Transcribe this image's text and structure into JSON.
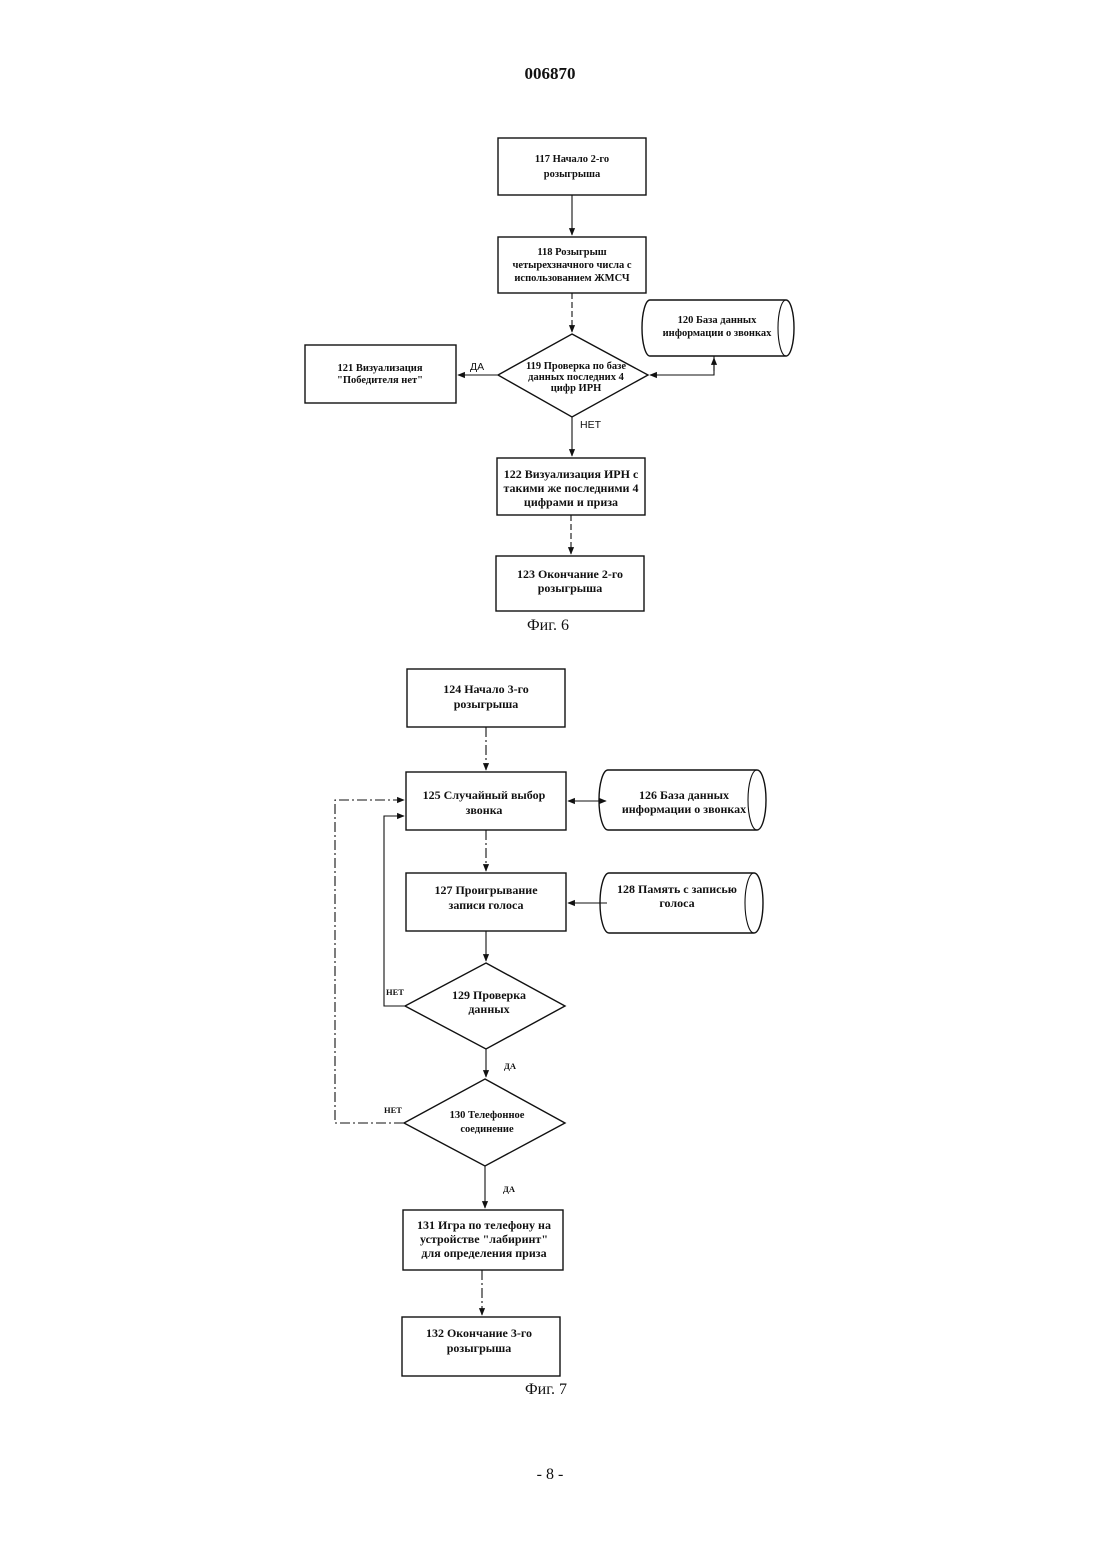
{
  "document": {
    "number": "006870",
    "page_number": "- 8 -"
  },
  "fig6": {
    "caption": "Фиг. 6",
    "nodes": {
      "n117": [
        "117 Начало 2-го",
        "розыгрыша"
      ],
      "n118": [
        "118 Розыгрыш",
        "четырехзначного числа с",
        "использованием ЖМСЧ"
      ],
      "n119": [
        "119 Проверка по базе",
        "данных последних 4",
        "цифр ИРН"
      ],
      "n120": [
        "120 База данных",
        "информации о звонках"
      ],
      "n121": [
        "121 Визуализация",
        "\"Победителя нет\""
      ],
      "n122": [
        "122 Визуализация ИРН с",
        "такими же последними 4",
        "цифрами и приза"
      ],
      "n123": [
        "123 Окончание 2-го",
        "розыгрыша"
      ]
    },
    "labels": {
      "yes": "ДА",
      "no": "НЕТ"
    }
  },
  "fig7": {
    "caption": "Фиг. 7",
    "nodes": {
      "n124": [
        "124 Начало 3-го",
        "розыгрыша"
      ],
      "n125": [
        "125 Случайный выбор",
        "звонка"
      ],
      "n126": [
        "126 База данных",
        "информации о звонках"
      ],
      "n127": [
        "127 Проигрывание",
        "записи голоса"
      ],
      "n128": [
        "128 Память с записью",
        "голоса"
      ],
      "n129": [
        "129 Проверка",
        "данных"
      ],
      "n130": [
        "130 Телефонное",
        "соединение"
      ],
      "n131": [
        "131 Игра по телефону на",
        "устройстве \"лабиринт\"",
        "для определения приза"
      ],
      "n132": [
        "132 Окончание 3-го",
        "розыгрыша"
      ]
    },
    "labels": {
      "no_129": "НЕТ",
      "yes_129": "ДА",
      "no_130": "НЕТ",
      "yes_130": "ДА"
    }
  }
}
